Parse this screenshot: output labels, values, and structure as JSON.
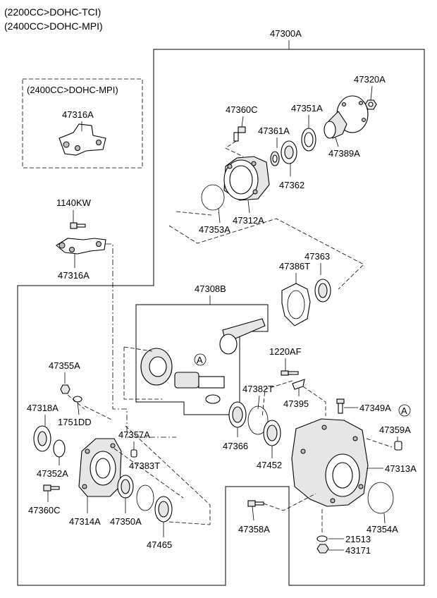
{
  "header": {
    "line1": "(2200CC>DOHC-TCI)",
    "line2": "(2400CC>DOHC-MPI)"
  },
  "inset": {
    "title": "(2400CC>DOHC-MPI)"
  },
  "labels": {
    "47300A": "47300A",
    "47320A": "47320A",
    "47360C_top": "47360C",
    "47351A": "47351A",
    "47361A": "47361A",
    "47389A": "47389A",
    "47362": "47362",
    "47312A": "47312A",
    "47353A": "47353A",
    "47316A_inset": "47316A",
    "1140KW": "1140KW",
    "47316A": "47316A",
    "47363": "47363",
    "47386T": "47386T",
    "47308B": "47308B",
    "A_gear": "A",
    "1220AF": "1220AF",
    "47355A": "47355A",
    "47382T": "47382T",
    "47395": "47395",
    "47349A": "47349A",
    "A_case": "A",
    "47318A": "47318A",
    "1751DD": "1751DD",
    "47357A": "47357A",
    "47359A": "47359A",
    "47366": "47366",
    "47452": "47452",
    "47313A": "47313A",
    "47352A": "47352A",
    "47383T": "47383T",
    "47360C_bottom": "47360C",
    "47314A": "47314A",
    "47350A": "47350A",
    "47354A": "47354A",
    "47358A": "47358A",
    "21513": "21513",
    "47465": "47465",
    "43171": "43171"
  }
}
